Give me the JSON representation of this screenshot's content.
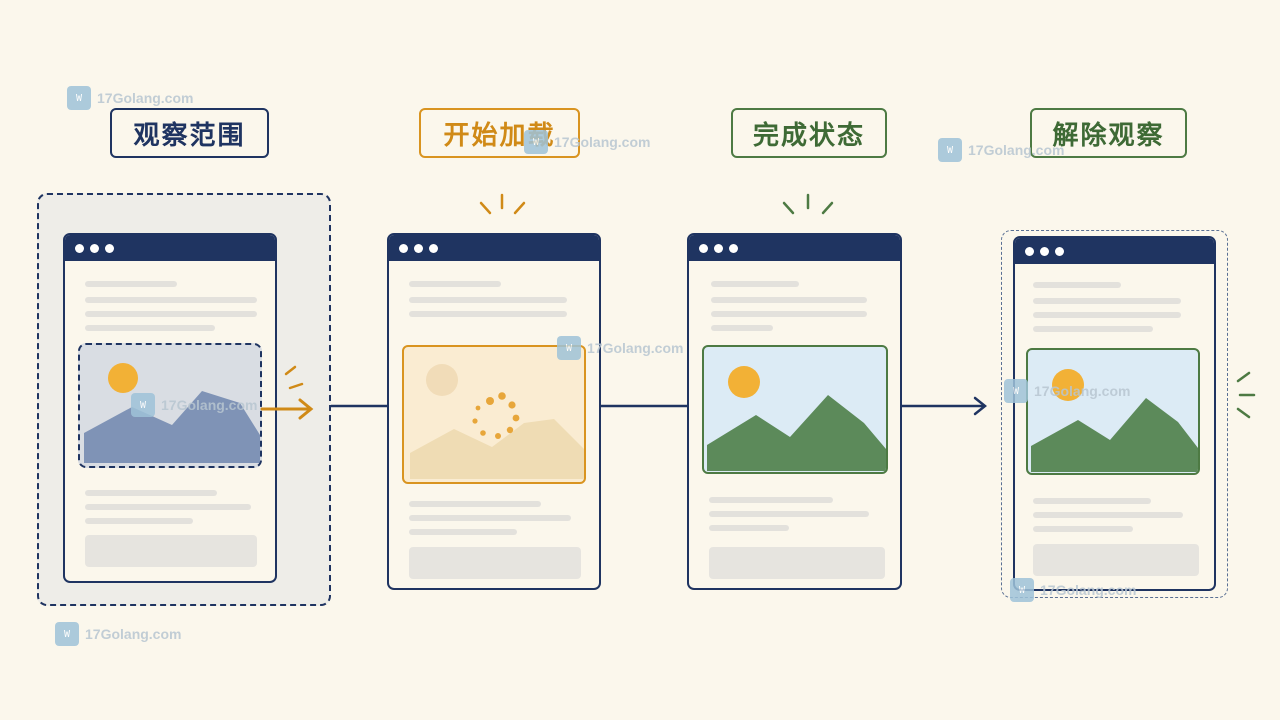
{
  "stages": [
    {
      "label": "观察范围",
      "color": "#1f3461"
    },
    {
      "label": "开始加载",
      "color": "#d08a17"
    },
    {
      "label": "完成状态",
      "color": "#3e6a35"
    },
    {
      "label": "解除观察",
      "color": "#3e6a35"
    }
  ],
  "colors": {
    "navy": "#1f3461",
    "orange": "#d99420",
    "green": "#4d7a43",
    "sun": "#f2b136",
    "sky": "#dcebf5",
    "mountain_blue": "#7f93b6",
    "mountain_green": "#5c8a5a",
    "mountain_faded": "#efdcb4",
    "background": "#fbf7ec"
  },
  "icons": [
    "browser-dots-icon",
    "sun-icon",
    "mountain-icon",
    "loading-spinner-icon",
    "arrow-right-icon",
    "burst-lines-icon"
  ],
  "watermark": {
    "text": "17Golang.com",
    "icon_text": "W"
  }
}
